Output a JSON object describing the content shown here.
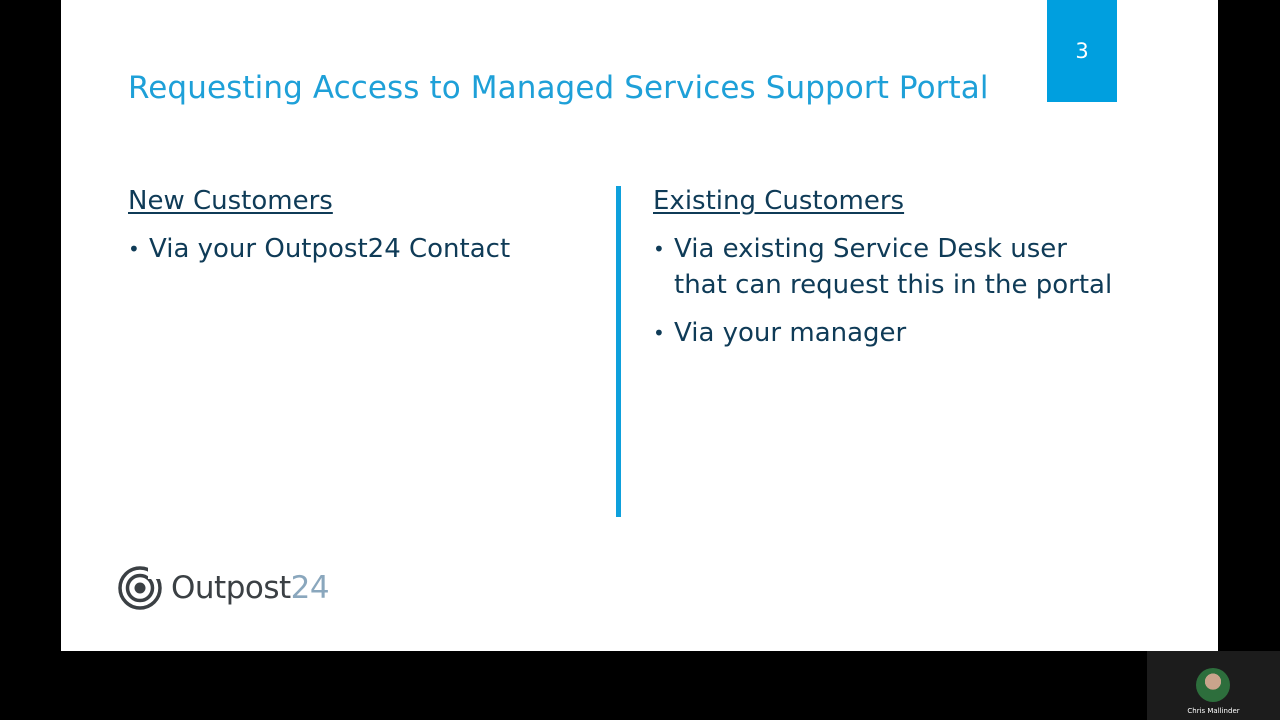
{
  "slide": {
    "number": "3",
    "title": "Requesting Access to Managed Services Support Portal",
    "accent_color": "#009fdf",
    "text_color": "#0f3b57",
    "left": {
      "heading": "New Customers",
      "bullets": [
        "Via your Outpost24 Contact"
      ]
    },
    "right": {
      "heading": "Existing Customers",
      "bullets": [
        "Via existing Service Desk user that can request this in the portal",
        "Via your manager"
      ]
    },
    "logo": {
      "part1": "Outpost",
      "part2": "24"
    }
  },
  "participant": {
    "name": "Chris Mallinder"
  }
}
